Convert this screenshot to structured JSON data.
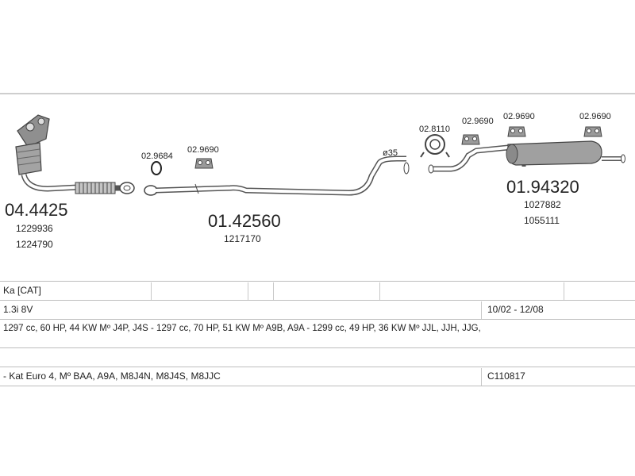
{
  "parts": {
    "catalyst": {
      "number": "04.4425",
      "refs": [
        "1229936",
        "1224790"
      ]
    },
    "front_pipe": {
      "number": "01.42560",
      "refs": [
        "1217170"
      ]
    },
    "rear_silencer": {
      "number": "01.94320",
      "refs": [
        "1027882",
        "1055111"
      ]
    },
    "small_parts": {
      "ring": "02.9684",
      "hanger_front": "02.9690",
      "clamp": "02.8110",
      "hanger_rear_a": "02.9690",
      "hanger_rear_b": "02.9690",
      "hanger_rear_c": "02.9690"
    },
    "diameter_label": "ø35"
  },
  "table": {
    "model": "Ka  [CAT]",
    "engine": "1.3i  8V",
    "years": "10/02 - 12/08",
    "specs": "1297 cc, 60 HP, 44 KW Mº J4P, J4S - 1297 cc, 70 HP, 51 KW Mº A9B, A9A - 1299 cc, 49 HP, 36 KW Mº JJL, JJH, JJG,",
    "notes": "- Kat Euro 4, Mº BAA, A9A, M8J4N, M8J4S, M8JJC",
    "code": "C110817"
  },
  "colors": {
    "line": "#555555",
    "fill": "#9a9a9a",
    "rule": "#bdbdbd"
  }
}
